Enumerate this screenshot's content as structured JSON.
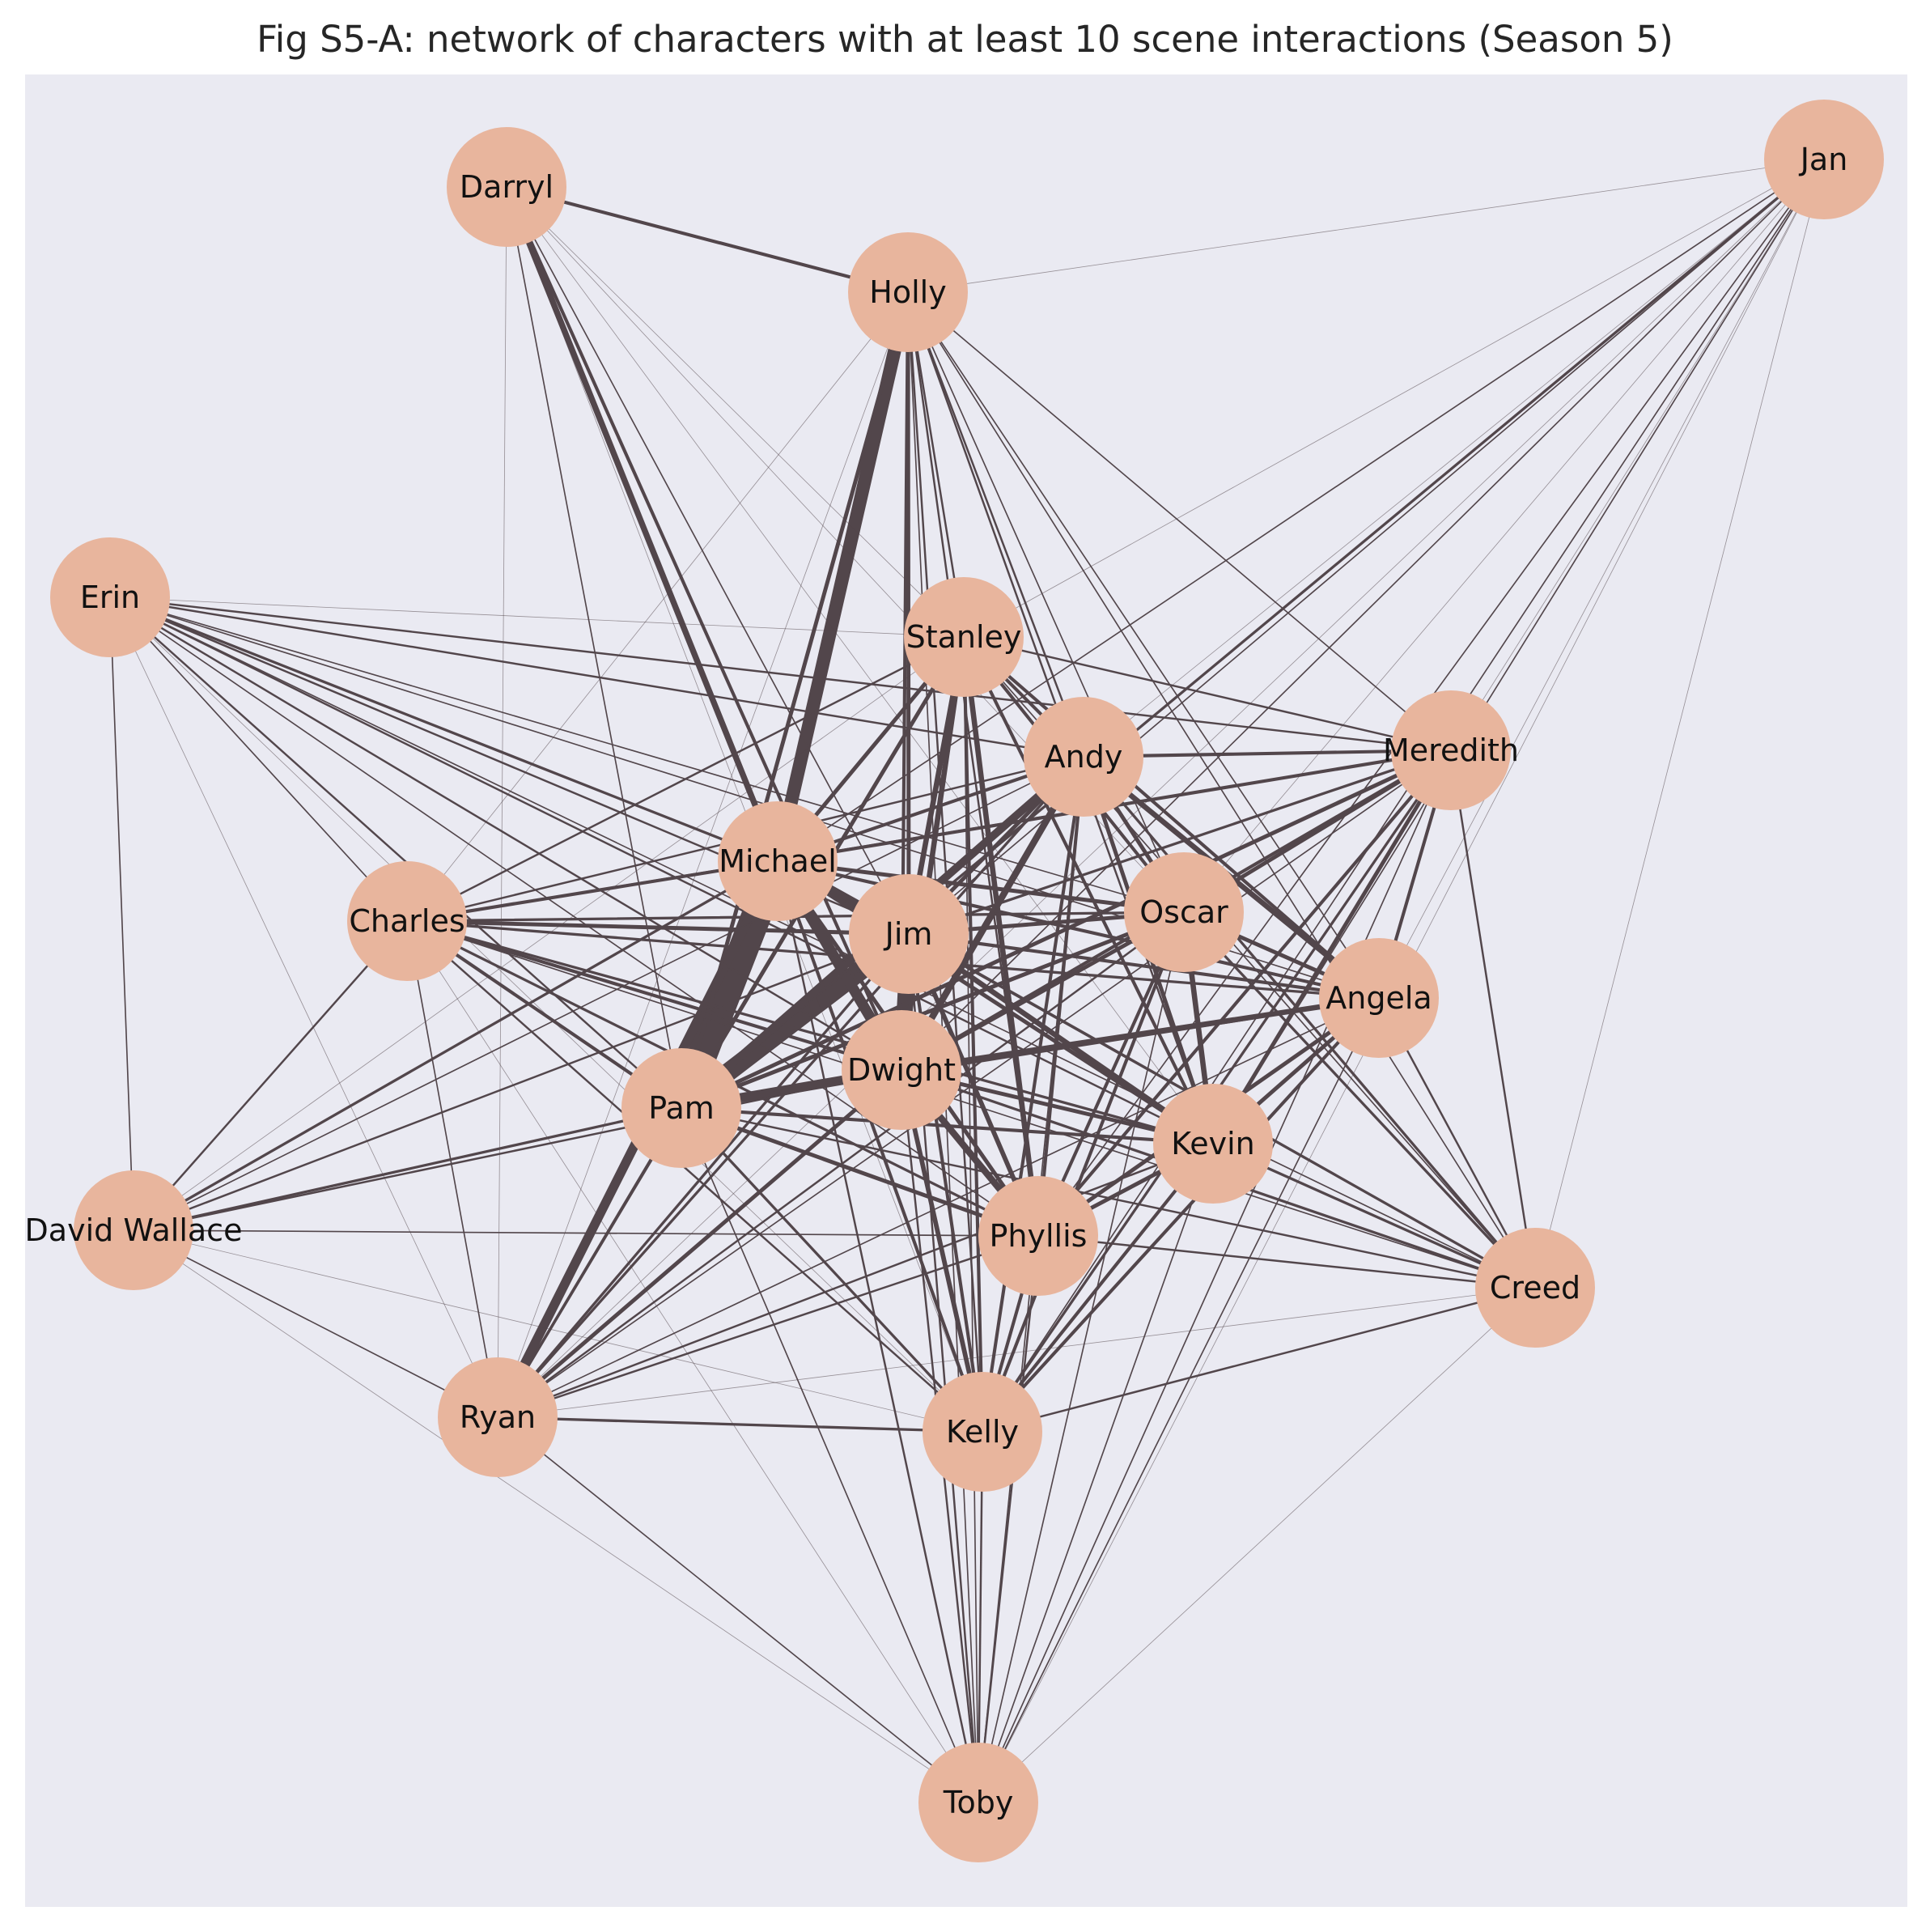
{
  "title": "Fig S5-A: network of characters with at least 10 scene interactions (Season 5)",
  "colors": {
    "background": "#eaeaf2",
    "node_fill": "#e8b59d",
    "edge": "#52464b",
    "label": "#111111",
    "title": "#262626"
  },
  "nodes": [
    {
      "id": "Jan",
      "label": "Jan"
    },
    {
      "id": "Darryl",
      "label": "Darryl"
    },
    {
      "id": "Holly",
      "label": "Holly"
    },
    {
      "id": "Erin",
      "label": "Erin"
    },
    {
      "id": "Stanley",
      "label": "Stanley"
    },
    {
      "id": "Andy",
      "label": "Andy"
    },
    {
      "id": "Meredith",
      "label": "Meredith"
    },
    {
      "id": "Michael",
      "label": "Michael"
    },
    {
      "id": "Charles",
      "label": "Charles"
    },
    {
      "id": "Jim",
      "label": "Jim"
    },
    {
      "id": "Oscar",
      "label": "Oscar"
    },
    {
      "id": "Angela",
      "label": "Angela"
    },
    {
      "id": "Dwight",
      "label": "Dwight"
    },
    {
      "id": "Pam",
      "label": "Pam"
    },
    {
      "id": "Kevin",
      "label": "Kevin"
    },
    {
      "id": "David Wallace",
      "label": "David Wallace"
    },
    {
      "id": "Phyllis",
      "label": "Phyllis"
    },
    {
      "id": "Creed",
      "label": "Creed"
    },
    {
      "id": "Ryan",
      "label": "Ryan"
    },
    {
      "id": "Kelly",
      "label": "Kelly"
    },
    {
      "id": "Toby",
      "label": "Toby"
    }
  ],
  "edges": [
    [
      "Michael",
      "Pam",
      45
    ],
    [
      "Michael",
      "Ryan",
      14
    ],
    [
      "Holly",
      "Michael",
      20
    ],
    [
      "Holly",
      "Pam",
      6
    ],
    [
      "Jim",
      "Pam",
      28
    ],
    [
      "Jim",
      "Dwight",
      24
    ],
    [
      "Michael",
      "Jim",
      16
    ],
    [
      "Michael",
      "Dwight",
      16
    ],
    [
      "Pam",
      "Dwight",
      14
    ],
    [
      "Darryl",
      "Michael",
      9
    ],
    [
      "Darryl",
      "Holly",
      5
    ],
    [
      "Darryl",
      "Dwight",
      5
    ],
    [
      "Darryl",
      "Jim",
      2
    ],
    [
      "Darryl",
      "Pam",
      2
    ],
    [
      "Darryl",
      "Oscar",
      1
    ],
    [
      "Darryl",
      "Stanley",
      1
    ],
    [
      "Darryl",
      "Kelly",
      1
    ],
    [
      "Darryl",
      "Kevin",
      1
    ],
    [
      "Darryl",
      "Ryan",
      1
    ],
    [
      "Jan",
      "Holly",
      1
    ],
    [
      "Jan",
      "Pam",
      4
    ],
    [
      "Jan",
      "Michael",
      2
    ],
    [
      "Jan",
      "Jim",
      2
    ],
    [
      "Jan",
      "Dwight",
      2
    ],
    [
      "Jan",
      "Andy",
      1
    ],
    [
      "Jan",
      "Kevin",
      2
    ],
    [
      "Jan",
      "Phyllis",
      2
    ],
    [
      "Jan",
      "Kelly",
      2
    ],
    [
      "Jan",
      "Angela",
      1
    ],
    [
      "Jan",
      "Stanley",
      1
    ],
    [
      "Jan",
      "Oscar",
      1
    ],
    [
      "Jan",
      "Creed",
      1
    ],
    [
      "Jan",
      "Ryan",
      1
    ],
    [
      "Jan",
      "Toby",
      1
    ],
    [
      "Jan",
      "Meredith",
      1
    ],
    [
      "Holly",
      "Jim",
      6
    ],
    [
      "Holly",
      "Dwight",
      5
    ],
    [
      "Holly",
      "Stanley",
      3
    ],
    [
      "Holly",
      "Andy",
      3
    ],
    [
      "Holly",
      "Oscar",
      2
    ],
    [
      "Holly",
      "Kelly",
      3
    ],
    [
      "Holly",
      "Kevin",
      3
    ],
    [
      "Holly",
      "Phyllis",
      3
    ],
    [
      "Holly",
      "Angela",
      2
    ],
    [
      "Holly",
      "Meredith",
      2
    ],
    [
      "Holly",
      "Creed",
      2
    ],
    [
      "Holly",
      "Charles",
      1
    ],
    [
      "Holly",
      "Toby",
      2
    ],
    [
      "Holly",
      "Ryan",
      1
    ],
    [
      "Erin",
      "Michael",
      4
    ],
    [
      "Erin",
      "Andy",
      3
    ],
    [
      "Erin",
      "Jim",
      3
    ],
    [
      "Erin",
      "Pam",
      3
    ],
    [
      "Erin",
      "Dwight",
      3
    ],
    [
      "Erin",
      "Meredith",
      3
    ],
    [
      "Erin",
      "Oscar",
      2
    ],
    [
      "Erin",
      "Kevin",
      3
    ],
    [
      "Erin",
      "Angela",
      2
    ],
    [
      "Erin",
      "Phyllis",
      2
    ],
    [
      "Erin",
      "Stanley",
      1
    ],
    [
      "Erin",
      "Charles",
      2
    ],
    [
      "Erin",
      "David Wallace",
      2
    ],
    [
      "Erin",
      "Kelly",
      1
    ],
    [
      "Erin",
      "Ryan",
      1
    ],
    [
      "Erin",
      "Creed",
      2
    ],
    [
      "Stanley",
      "Michael",
      6
    ],
    [
      "Stanley",
      "Jim",
      8
    ],
    [
      "Stanley",
      "Dwight",
      8
    ],
    [
      "Stanley",
      "Pam",
      6
    ],
    [
      "Stanley",
      "Andy",
      5
    ],
    [
      "Stanley",
      "Oscar",
      5
    ],
    [
      "Stanley",
      "Phyllis",
      8
    ],
    [
      "Stanley",
      "Kevin",
      5
    ],
    [
      "Stanley",
      "Angela",
      5
    ],
    [
      "Stanley",
      "Meredith",
      3
    ],
    [
      "Stanley",
      "Kelly",
      5
    ],
    [
      "Stanley",
      "Creed",
      2
    ],
    [
      "Stanley",
      "Charles",
      3
    ],
    [
      "Stanley",
      "Ryan",
      4
    ],
    [
      "Stanley",
      "Toby",
      2
    ],
    [
      "Stanley",
      "David Wallace",
      1
    ],
    [
      "Andy",
      "Michael",
      5
    ],
    [
      "Andy",
      "Jim",
      6
    ],
    [
      "Andy",
      "Dwight",
      10
    ],
    [
      "Andy",
      "Pam",
      12
    ],
    [
      "Andy",
      "Oscar",
      6
    ],
    [
      "Andy",
      "Angela",
      8
    ],
    [
      "Andy",
      "Kevin",
      6
    ],
    [
      "Andy",
      "Phyllis",
      5
    ],
    [
      "Andy",
      "Meredith",
      5
    ],
    [
      "Andy",
      "Kelly",
      5
    ],
    [
      "Andy",
      "Creed",
      4
    ],
    [
      "Andy",
      "Charles",
      3
    ],
    [
      "Andy",
      "Ryan",
      4
    ],
    [
      "Andy",
      "Toby",
      2
    ],
    [
      "Andy",
      "David Wallace",
      2
    ],
    [
      "Meredith",
      "Michael",
      5
    ],
    [
      "Meredith",
      "Jim",
      4
    ],
    [
      "Meredith",
      "Dwight",
      5
    ],
    [
      "Meredith",
      "Pam",
      6
    ],
    [
      "Meredith",
      "Oscar",
      6
    ],
    [
      "Meredith",
      "Angela",
      5
    ],
    [
      "Meredith",
      "Kevin",
      6
    ],
    [
      "Meredith",
      "Phyllis",
      5
    ],
    [
      "Meredith",
      "Kelly",
      4
    ],
    [
      "Meredith",
      "Creed",
      3
    ],
    [
      "Meredith",
      "Charles",
      3
    ],
    [
      "Meredith",
      "Ryan",
      2
    ],
    [
      "Meredith",
      "Toby",
      2
    ],
    [
      "Michael",
      "Oscar",
      6
    ],
    [
      "Michael",
      "Angela",
      5
    ],
    [
      "Michael",
      "Kevin",
      6
    ],
    [
      "Michael",
      "Phyllis",
      6
    ],
    [
      "Michael",
      "Kelly",
      5
    ],
    [
      "Michael",
      "Creed",
      3
    ],
    [
      "Michael",
      "Charles",
      5
    ],
    [
      "Michael",
      "David Wallace",
      4
    ],
    [
      "Michael",
      "Toby",
      3
    ],
    [
      "Charles",
      "Jim",
      6
    ],
    [
      "Charles",
      "Dwight",
      5
    ],
    [
      "Charles",
      "Pam",
      5
    ],
    [
      "Charles",
      "Oscar",
      4
    ],
    [
      "Charles",
      "Kevin",
      4
    ],
    [
      "Charles",
      "Angela",
      4
    ],
    [
      "Charles",
      "Phyllis",
      4
    ],
    [
      "Charles",
      "Kelly",
      3
    ],
    [
      "Charles",
      "Creed",
      2
    ],
    [
      "Charles",
      "Ryan",
      2
    ],
    [
      "Charles",
      "David Wallace",
      3
    ],
    [
      "Charles",
      "Toby",
      1
    ],
    [
      "Jim",
      "Oscar",
      6
    ],
    [
      "Jim",
      "Angela",
      5
    ],
    [
      "Jim",
      "Kevin",
      8
    ],
    [
      "Jim",
      "Phyllis",
      7
    ],
    [
      "Jim",
      "Kelly",
      5
    ],
    [
      "Jim",
      "Creed",
      4
    ],
    [
      "Jim",
      "Ryan",
      4
    ],
    [
      "Jim",
      "Toby",
      3
    ],
    [
      "Jim",
      "David Wallace",
      3
    ],
    [
      "Oscar",
      "Dwight",
      6
    ],
    [
      "Oscar",
      "Pam",
      6
    ],
    [
      "Oscar",
      "Angela",
      6
    ],
    [
      "Oscar",
      "Kevin",
      8
    ],
    [
      "Oscar",
      "Phyllis",
      5
    ],
    [
      "Oscar",
      "Kelly",
      5
    ],
    [
      "Oscar",
      "Creed",
      4
    ],
    [
      "Oscar",
      "Ryan",
      3
    ],
    [
      "Oscar",
      "Toby",
      2
    ],
    [
      "Angela",
      "Dwight",
      8
    ],
    [
      "Angela",
      "Pam",
      5
    ],
    [
      "Angela",
      "Kevin",
      6
    ],
    [
      "Angela",
      "Phyllis",
      6
    ],
    [
      "Angela",
      "Kelly",
      5
    ],
    [
      "Angela",
      "Creed",
      3
    ],
    [
      "Angela",
      "Ryan",
      2
    ],
    [
      "Angela",
      "Toby",
      2
    ],
    [
      "Dwight",
      "Kevin",
      6
    ],
    [
      "Dwight",
      "Phyllis",
      10
    ],
    [
      "Dwight",
      "Kelly",
      7
    ],
    [
      "Dwight",
      "Creed",
      4
    ],
    [
      "Dwight",
      "Ryan",
      6
    ],
    [
      "Dwight",
      "Toby",
      3
    ],
    [
      "Dwight",
      "David Wallace",
      3
    ],
    [
      "Pam",
      "Kevin",
      5
    ],
    [
      "Pam",
      "Phyllis",
      6
    ],
    [
      "Pam",
      "Kelly",
      4
    ],
    [
      "Pam",
      "Creed",
      3
    ],
    [
      "Pam",
      "Ryan",
      4
    ],
    [
      "Pam",
      "Toby",
      2
    ],
    [
      "Pam",
      "David Wallace",
      4
    ],
    [
      "Kevin",
      "Phyllis",
      6
    ],
    [
      "Kevin",
      "Kelly",
      5
    ],
    [
      "Kevin",
      "Creed",
      4
    ],
    [
      "Kevin",
      "Ryan",
      3
    ],
    [
      "Kevin",
      "Toby",
      2
    ],
    [
      "Phyllis",
      "Kelly",
      5
    ],
    [
      "Phyllis",
      "Creed",
      3
    ],
    [
      "Phyllis",
      "Ryan",
      3
    ],
    [
      "Phyllis",
      "Toby",
      3
    ],
    [
      "Phyllis",
      "David Wallace",
      2
    ],
    [
      "Creed",
      "Kelly",
      3
    ],
    [
      "Creed",
      "Ryan",
      1
    ],
    [
      "Creed",
      "Toby",
      1
    ],
    [
      "Ryan",
      "Kelly",
      4
    ],
    [
      "Ryan",
      "Toby",
      2
    ],
    [
      "Ryan",
      "David Wallace",
      2
    ],
    [
      "Kelly",
      "Toby",
      3
    ],
    [
      "Kelly",
      "David Wallace",
      1
    ],
    [
      "David Wallace",
      "Toby",
      1
    ]
  ]
}
